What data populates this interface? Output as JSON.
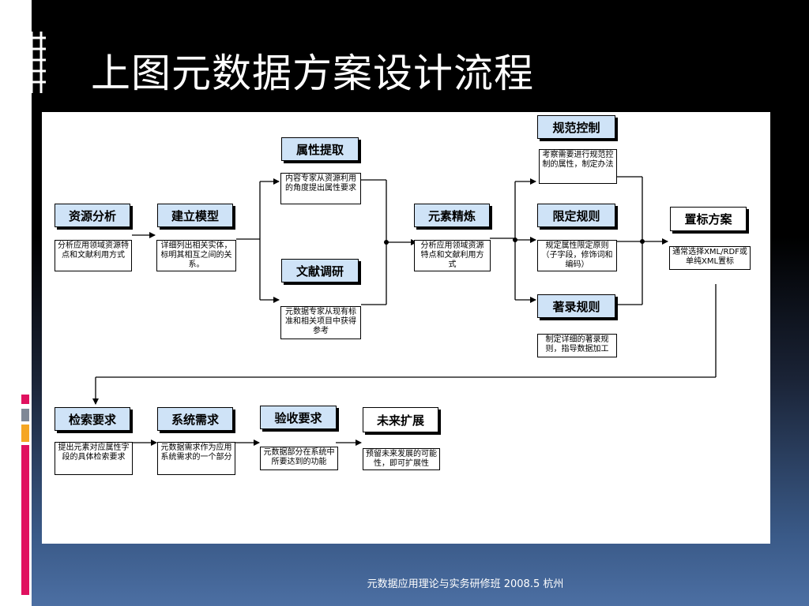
{
  "slide": {
    "title": "上图元数据方案设计流程",
    "footer": "元数据应用理论与实务研修班 2008.5  杭州",
    "colors": {
      "step_fill": "#cfe3f7",
      "accent_red": "#e0115f",
      "accent_orange": "#f5a623",
      "accent_gray": "#7f8896",
      "frame_bg": "#ffffff"
    }
  },
  "flow": {
    "resource_analysis": {
      "label": "资源分析",
      "note": "分析应用领域资源特点和文献利用方式"
    },
    "build_model": {
      "label": "建立模型",
      "note": "详细列出相关实体，标明其相互之间的关系。"
    },
    "attribute_extraction": {
      "label": "属性提取",
      "note": "内容专家从资源利用的角度提出属性要求"
    },
    "literature_research": {
      "label": "文献调研",
      "note": "元数据专家从现有标准和相关项目中获得参考"
    },
    "element_refinement": {
      "label": "元素精炼",
      "note": "分析应用领域资源特点和文献利用方式"
    },
    "normative_control": {
      "label": "规范控制",
      "note": "考察需要进行规范控制的属性，制定办法"
    },
    "restriction_rules": {
      "label": "限定规则",
      "note": "规定属性限定原则（子字段，修饰词和编码）"
    },
    "cataloging_rules": {
      "label": "著录规则",
      "note": "制定详细的著录规则，指导数据加工"
    },
    "markup_scheme": {
      "label": "置标方案",
      "note": "通常选择XML/RDF或单纯XML置标"
    },
    "retrieval_requirements": {
      "label": "检索要求",
      "note": "提出元素对应属性字段的具体检索要求"
    },
    "system_requirements": {
      "label": "系统需求",
      "note": "元数据需求作为应用系统需求的一个部分"
    },
    "acceptance_requirements": {
      "label": "验收要求",
      "note": "元数据部分在系统中所要达到的功能"
    },
    "future_extension": {
      "label": "未来扩展",
      "note": "预留未来发展的可能性，即可扩展性"
    }
  }
}
